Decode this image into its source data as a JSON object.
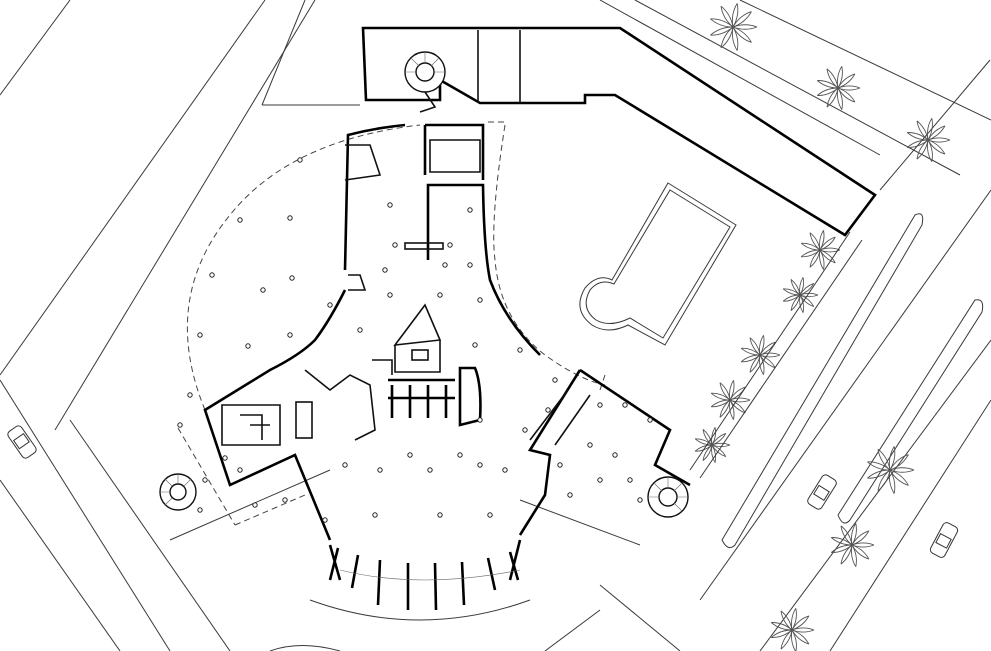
{
  "drawing": {
    "type": "architectural-site-floor-plan",
    "elements": [
      "site-streets",
      "main-building-outline",
      "rotunda-dashed-canopy",
      "service-wing",
      "pool",
      "spiral-stairs",
      "columns",
      "palm-trees",
      "parked-cars"
    ],
    "icon_names": [
      "palm-tree-icon",
      "car-icon",
      "spiral-stair-icon",
      "column-icon"
    ],
    "colors": {
      "line": "#000000",
      "background": "#ffffff"
    }
  }
}
